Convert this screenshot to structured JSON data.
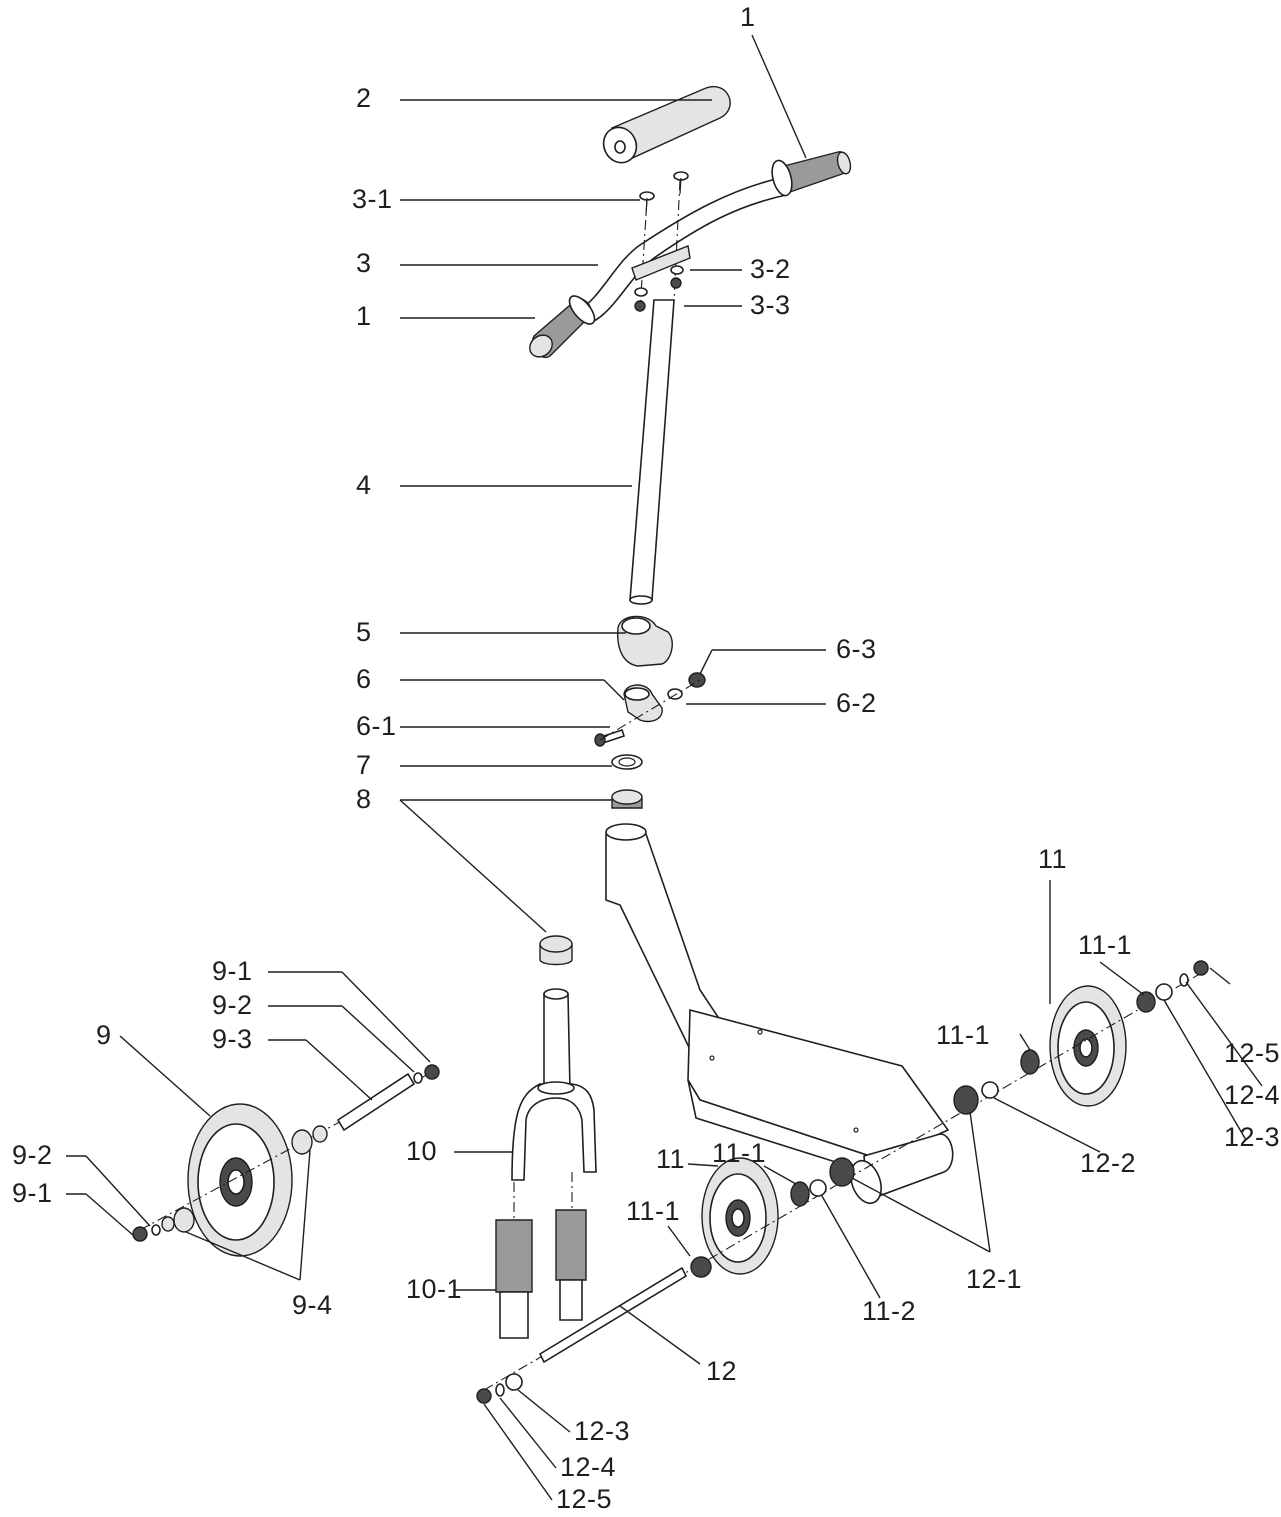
{
  "labels": {
    "l1_top": "1",
    "l2": "2",
    "l3_1": "3-1",
    "l3": "3",
    "l3_2": "3-2",
    "l1_left": "1",
    "l3_3": "3-3",
    "l4": "4",
    "l5": "5",
    "l6_3": "6-3",
    "l6": "6",
    "l6_2": "6-2",
    "l6_1": "6-1",
    "l7": "7",
    "l8": "8",
    "l11_right": "11",
    "l9_1_top": "9-1",
    "l11_1_a": "11-1",
    "l9_2_top": "9-2",
    "l9_3": "9-3",
    "l9": "9",
    "l12_5_right": "12-5",
    "l11_1_b": "11-1",
    "l12_4_right": "12-4",
    "l12_3_right": "12-3",
    "l9_2_left": "9-2",
    "l9_1_left": "9-1",
    "l10": "10",
    "l11_mid": "11",
    "l11_1_c": "11-1",
    "l12_2": "12-2",
    "l11_1_d": "11-1",
    "l12_1": "12-1",
    "l9_4": "9-4",
    "l10_1": "10-1",
    "l11_2": "11-2",
    "l12": "12",
    "l12_3_bottom": "12-3",
    "l12_4_bottom": "12-4",
    "l12_5_bottom": "12-5"
  }
}
